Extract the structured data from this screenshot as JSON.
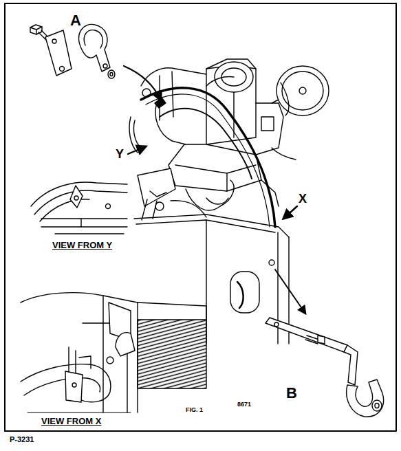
{
  "diagram": {
    "labels": [
      "A",
      "Y",
      "VIEW FROM Y",
      "X",
      "VIEW FROM X",
      "FIG. 1",
      "8671",
      "B",
      "P-3231"
    ]
  }
}
